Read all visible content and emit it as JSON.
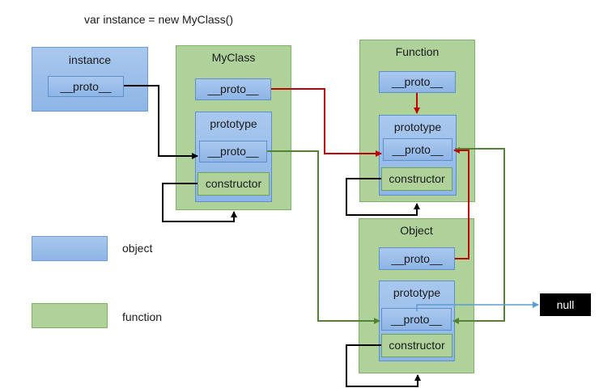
{
  "code_line": "var instance = new MyClass()",
  "instance": {
    "title": "instance",
    "proto": "__proto__"
  },
  "myclass": {
    "title": "MyClass",
    "proto": "__proto__",
    "prototype": "prototype",
    "prototype_proto": "__proto__",
    "constructor": "constructor"
  },
  "function": {
    "title": "Function",
    "proto": "__proto__",
    "prototype": "prototype",
    "prototype_proto": "__proto__",
    "constructor": "constructor"
  },
  "object": {
    "title": "Object",
    "proto": "__proto__",
    "prototype": "prototype",
    "prototype_proto": "__proto__",
    "constructor": "constructor"
  },
  "null_label": "null",
  "legend": {
    "object_label": "object",
    "function_label": "function"
  },
  "colors": {
    "object": "#a9c8ee",
    "function": "#aed29a",
    "proto_link": "#c00000",
    "prototype_link": "#538135",
    "constructor_link": "#000000",
    "null_link": "#5b9bd5"
  }
}
